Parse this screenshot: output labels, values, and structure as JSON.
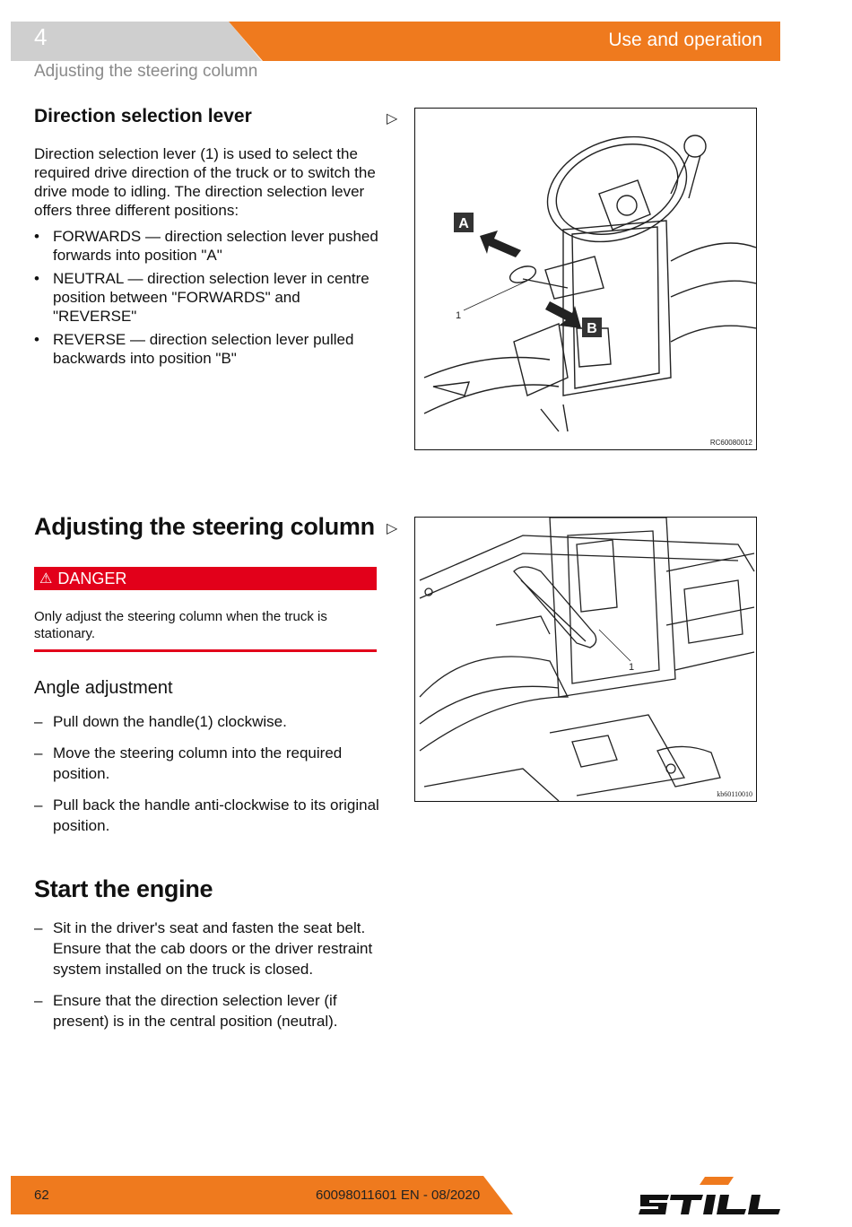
{
  "header": {
    "chapter_number": "4",
    "chapter_title": "Use and operation",
    "running_subtitle": "Adjusting the steering column"
  },
  "section1": {
    "title": "Direction selection lever",
    "intro": "Direction selection lever (1) is used to select the required drive direction of the truck or to switch the drive mode to idling. The direction selection lever offers three different positions:",
    "bullets": [
      {
        "term": "FORWARDS",
        "text": " — direction selection lever pushed forwards into position \"A\""
      },
      {
        "term": "NEUTRAL",
        "text": " — direction selection lever in centre position between \"FORWARDS\" and \"REVERSE\""
      },
      {
        "term": "REVERSE",
        "text": " — direction selection lever pulled backwards into position \"B\""
      }
    ],
    "figure": {
      "label_a": "A",
      "label_b": "B",
      "callout": "1",
      "code": "RC60080012"
    }
  },
  "section2": {
    "title": "Adjusting the steering column",
    "danger_label": "DANGER",
    "danger_text": "Only adjust the steering column when the truck is stationary.",
    "subheading": "Angle adjustment",
    "steps": [
      "Pull down the handle(1) clockwise.",
      "Move the steering column into the required position.",
      "Pull back the handle anti-clockwise to its original position."
    ],
    "figure": {
      "callout": "1",
      "code": "kb60110010"
    }
  },
  "section3": {
    "title": "Start the engine",
    "steps": [
      "Sit in the driver's seat and fasten the seat belt. Ensure that the cab doors or the driver restraint system installed on the truck is closed.",
      "Ensure that the direction selection lever (if present) is in the central position (neutral)."
    ]
  },
  "footer": {
    "page_number": "62",
    "document_code": "60098011601 EN - 08/2020",
    "brand": "STILL"
  },
  "symbols": {
    "bullet": "•",
    "dash": "–",
    "triangle": "▷",
    "warning": "⚠"
  },
  "colors": {
    "accent_orange": "#ef7a1e",
    "danger_red": "#e2001a",
    "header_gray": "#cfcfcf"
  }
}
